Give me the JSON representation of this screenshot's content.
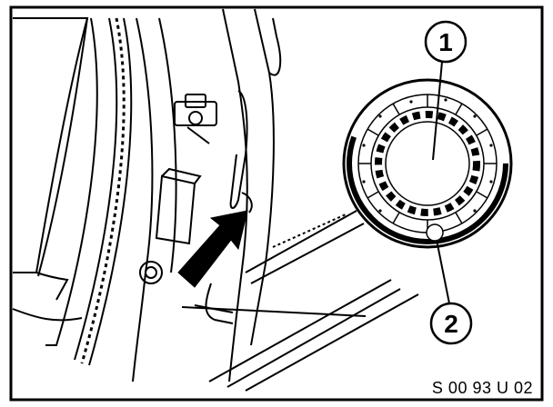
{
  "callouts": [
    {
      "number": "1"
    },
    {
      "number": "2"
    }
  ],
  "figure_code": "S 00 93 U 02",
  "icons": {
    "arrow": "arrow-icon",
    "detail": "sticker-detail-icon"
  },
  "colors": {
    "ink": "#000000",
    "paper": "#ffffff"
  }
}
